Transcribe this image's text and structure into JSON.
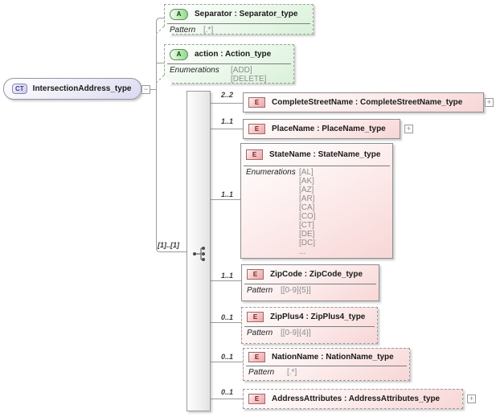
{
  "root": {
    "badge": "CT",
    "name": "IntersectionAddress_type",
    "collapse_glyph": "−"
  },
  "attributes": [
    {
      "badge": "A",
      "label": "Separator : Separator_type",
      "facet_label": "Pattern",
      "facet_values": [
        "[.*]"
      ]
    },
    {
      "badge": "A",
      "label": "action    : Action_type",
      "facet_label": "Enumerations",
      "facet_values": [
        "[ADD]",
        "[DELETE]"
      ]
    }
  ],
  "sequence": {
    "occurs": "[1]..[1]"
  },
  "elements": [
    {
      "badge": "E",
      "cardinality": "2..2",
      "label": "CompleteStreetName : CompleteStreetName_type",
      "expand_glyph": "+"
    },
    {
      "badge": "E",
      "cardinality": "1..1",
      "label": "PlaceName : PlaceName_type",
      "expand_glyph": "+"
    },
    {
      "badge": "E",
      "cardinality": "1..1",
      "label": "StateName : StateName_type",
      "facet_label": "Enumerations",
      "facet_values": [
        "[AL]",
        "[AK]",
        "[AZ]",
        "[AR]",
        "[CA]",
        "[CO]",
        "[CT]",
        "[DE]",
        "[DC]",
        "..."
      ]
    },
    {
      "badge": "E",
      "cardinality": "1..1",
      "label": "ZipCode : ZipCode_type",
      "facet_label": "Pattern",
      "facet_values": [
        "[[0-9]{5}]"
      ]
    },
    {
      "badge": "E",
      "cardinality": "0..1",
      "label": "ZipPlus4 : ZipPlus4_type",
      "facet_label": "Pattern",
      "facet_values": [
        "[[0-9]{4}]"
      ]
    },
    {
      "badge": "E",
      "cardinality": "0..1",
      "label": "NationName : NationName_type",
      "facet_label": "Pattern",
      "facet_values": [
        "[.*]"
      ]
    },
    {
      "badge": "E",
      "cardinality": "0..1",
      "label": "AddressAttributes : AddressAttributes_type",
      "expand_glyph": "+"
    }
  ],
  "colors": {
    "element_fill": "#f8d6d6",
    "attribute_fill": "#d9f1d9",
    "complex_type_fill": "#dadaf0",
    "border_solid": "#8e8e8e",
    "border_dashed": "#a09a9a",
    "connector": "#9b9b9b",
    "badge_element_text": "#7a2020",
    "badge_attribute_text": "#123812",
    "badge_complex_type_text": "#3a3a8c",
    "facet_value_text": "#8c8c8c"
  }
}
